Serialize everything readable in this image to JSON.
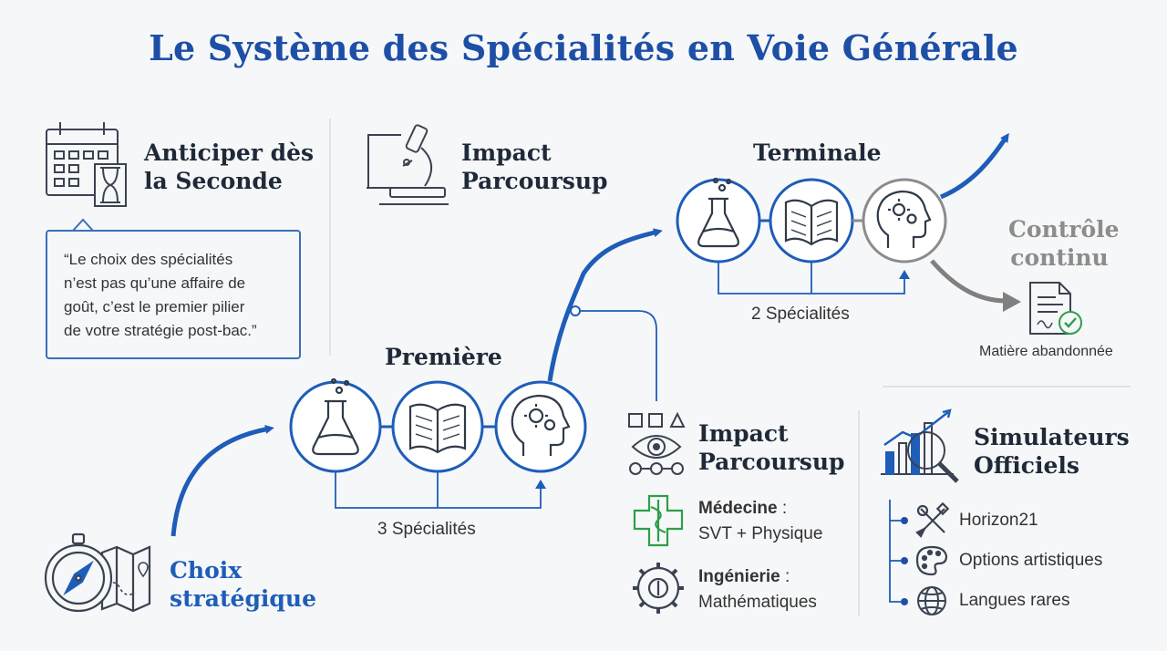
{
  "title": "Le Système des Spécialités en Voie Générale",
  "anticiper": {
    "line1": "Anticiper dès",
    "line2": "la Seconde",
    "icon": "calendar-hourglass-icon"
  },
  "quote": {
    "line1": "“Le choix des spécialités",
    "line2": "n’est pas qu’une affaire de",
    "line3": "goût, c’est le premier pilier",
    "line4": "de votre stratégie post-bac.”"
  },
  "impact_top": {
    "line1": "Impact",
    "line2": "Parcoursup",
    "icon": "microscope-icon"
  },
  "choix": {
    "line1": "Choix",
    "line2": "stratégique",
    "icon": "compass-map-icon"
  },
  "premiere": {
    "title": "Première",
    "count_label": "3 Spécialités"
  },
  "terminale": {
    "title": "Terminale",
    "count_label": "2 Spécialités"
  },
  "controle": {
    "line1": "Contrôle",
    "line2": "continu",
    "abandoned_label": "Matière abandonnée"
  },
  "impact_mid": {
    "line1": "Impact",
    "line2": "Parcoursup",
    "items": [
      {
        "bold": "Médecine",
        "sep": " :",
        "detail": "SVT + Physique",
        "icon": "caduceus-icon"
      },
      {
        "bold": "Ingénierie",
        "sep": " :",
        "detail": "Mathématiques",
        "icon": "gear-icon"
      }
    ]
  },
  "simulateurs": {
    "line1": "Simulateurs",
    "line2": "Officiels",
    "items": [
      {
        "label": "Horizon21",
        "icon": "tools-icon"
      },
      {
        "label": "Options artistiques",
        "icon": "palette-icon"
      },
      {
        "label": "Langues rares",
        "icon": "globe-icon"
      }
    ]
  },
  "colors": {
    "blue": "#1e5db8",
    "dark_blue": "#1e4fa6",
    "gray": "#8c8c8c",
    "green": "#2e9e49"
  }
}
